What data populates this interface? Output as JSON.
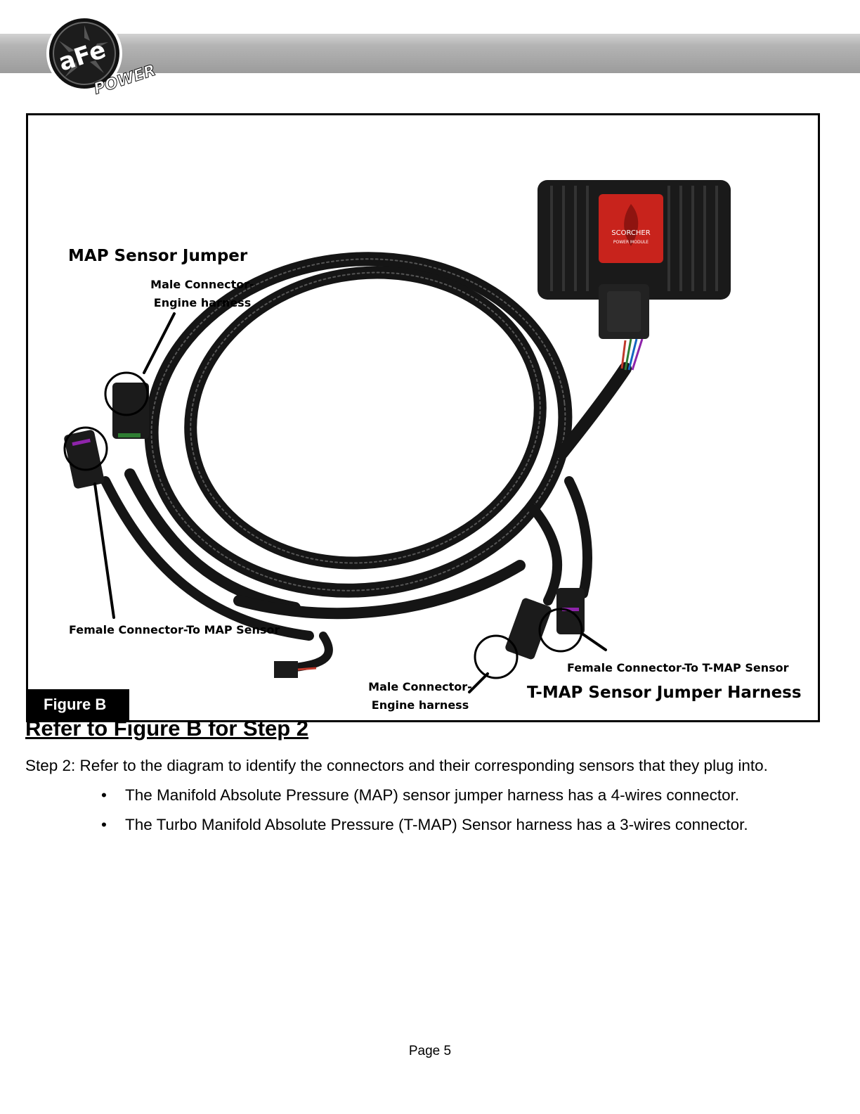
{
  "header": {
    "logo_text": "aFe POWER"
  },
  "figure": {
    "tag": "Figure B",
    "labels": {
      "map_title": "MAP Sensor Jumper",
      "male_connector_1_line1": "Male Connector-",
      "male_connector_1_line2": "Engine harness",
      "female_map": "Female Connector-To MAP Sensor",
      "female_tmap": "Female Connector-To T-MAP Sensor",
      "tmap_title": "T-MAP Sensor Jumper Harness",
      "male_connector_2_line1": "Male Connector-",
      "male_connector_2_line2": "Engine harness"
    },
    "module_badge": {
      "line1": "SCORCHER",
      "line2": "POWER MODULE"
    }
  },
  "section": {
    "title": "Refer to Figure B for Step 2",
    "step_text": "Step 2: Refer to the diagram to identify the connectors and their corresponding sensors that they plug into.",
    "bullets": [
      "The Manifold Absolute Pressure (MAP) sensor jumper harness has a 4-wires connector.",
      "The Turbo Manifold Absolute Pressure (T-MAP) Sensor harness has a 3-wires connector."
    ],
    "bullet_glyph": "•"
  },
  "footer": {
    "page": "Page 5"
  },
  "colors": {
    "header_gray": "#a8a8a8",
    "cable": "#151515",
    "module_red": "#c8231c"
  }
}
